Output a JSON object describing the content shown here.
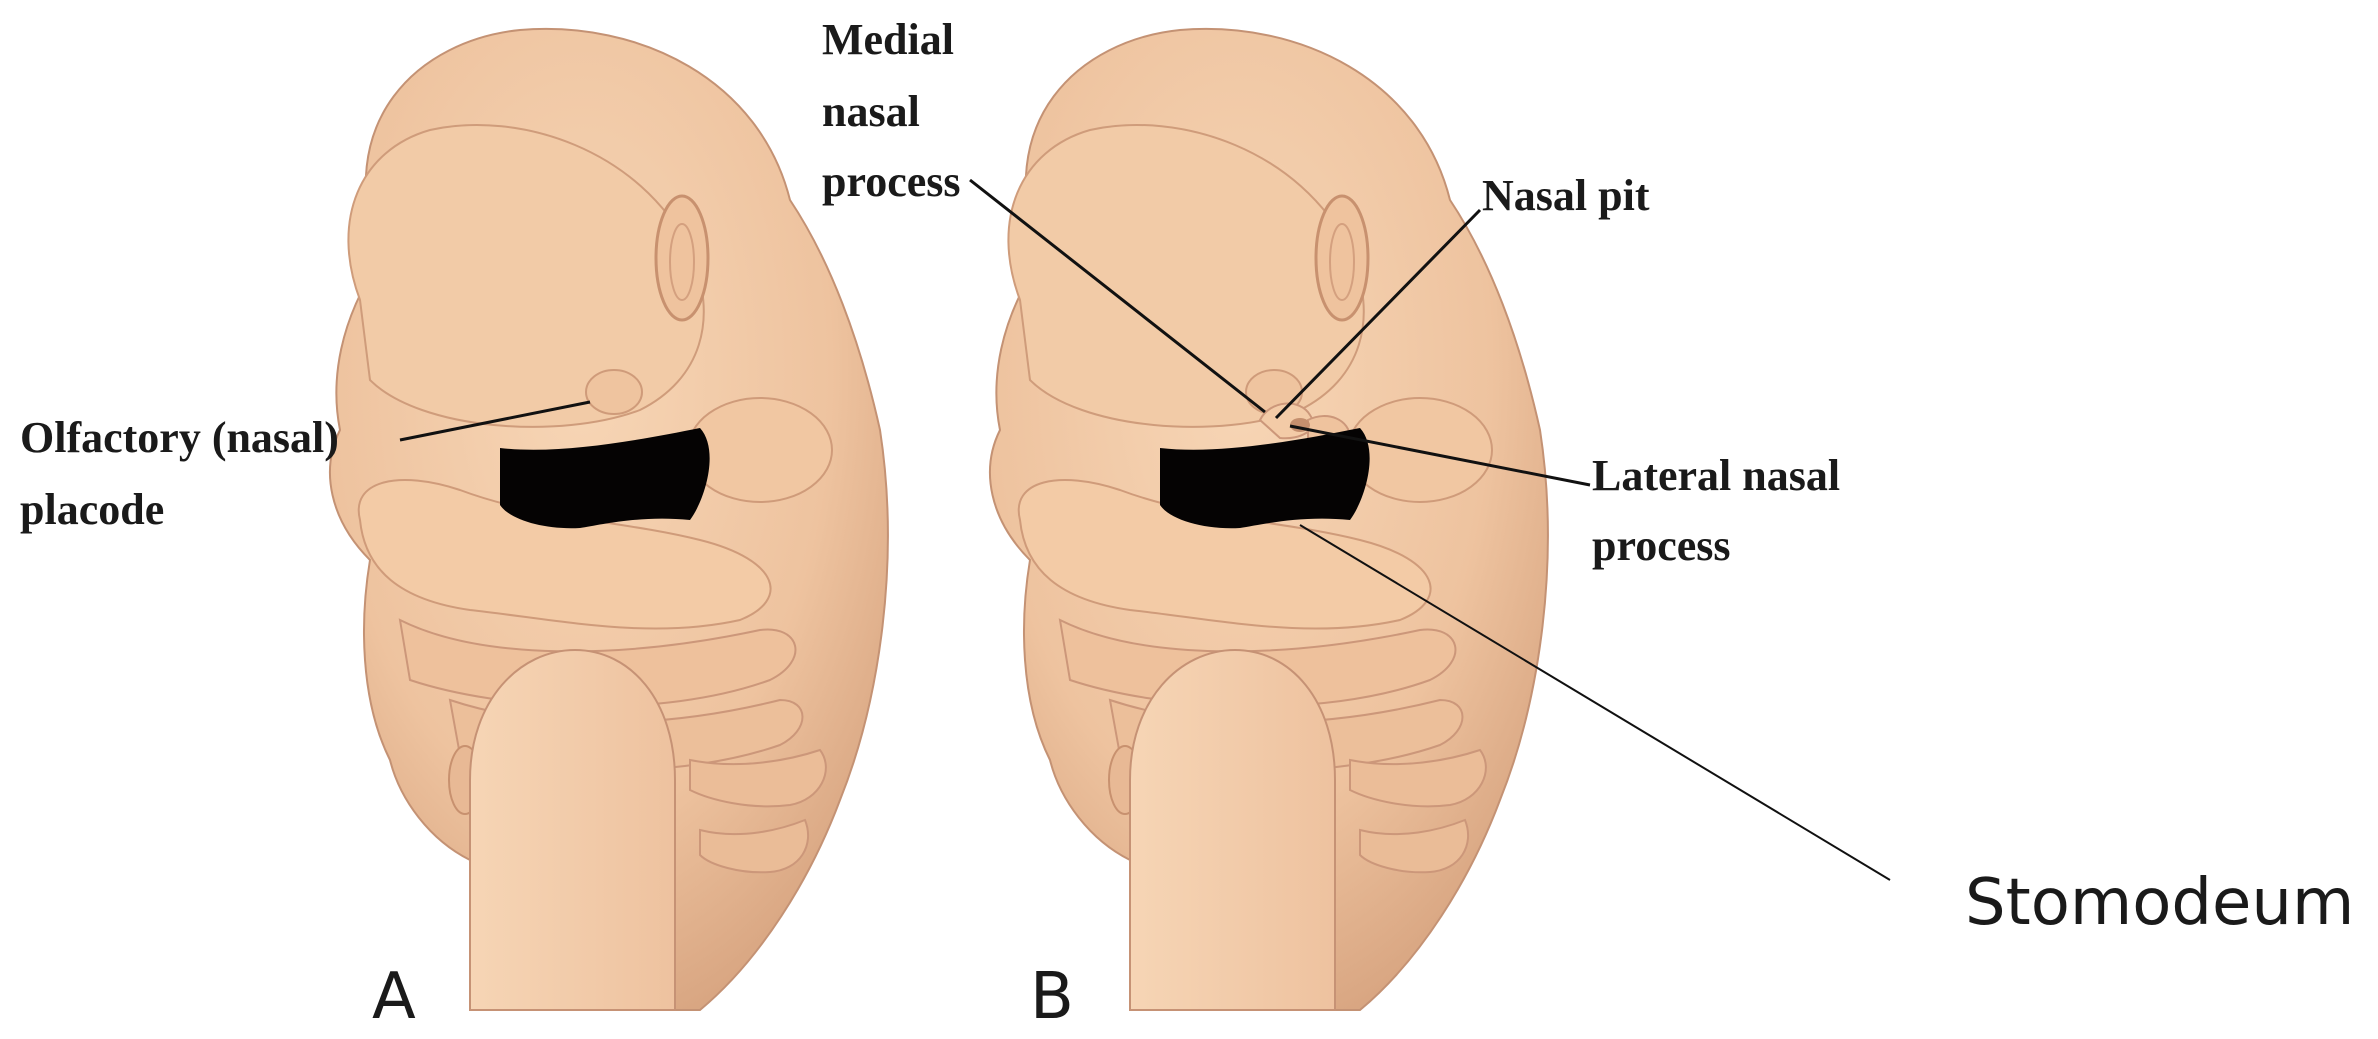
{
  "labels": {
    "olfactory_line1": "Olfactory (nasal)",
    "olfactory_line2": "placode",
    "medial_line1": "Medial",
    "medial_line2": "nasal",
    "medial_line3": "process",
    "nasal_pit": "Nasal pit",
    "lateral_line1": "Lateral nasal",
    "lateral_line2": "process",
    "stomodeum": "Stomodeum",
    "panel_a": "A",
    "panel_b": "B"
  },
  "colors": {
    "skin": "#f0c8a4",
    "skin_shadow": "#d9a582",
    "skin_dark": "#c48d6c",
    "cut_surface": "#f3cfad",
    "mouth": "#060303",
    "line": "#111111"
  }
}
